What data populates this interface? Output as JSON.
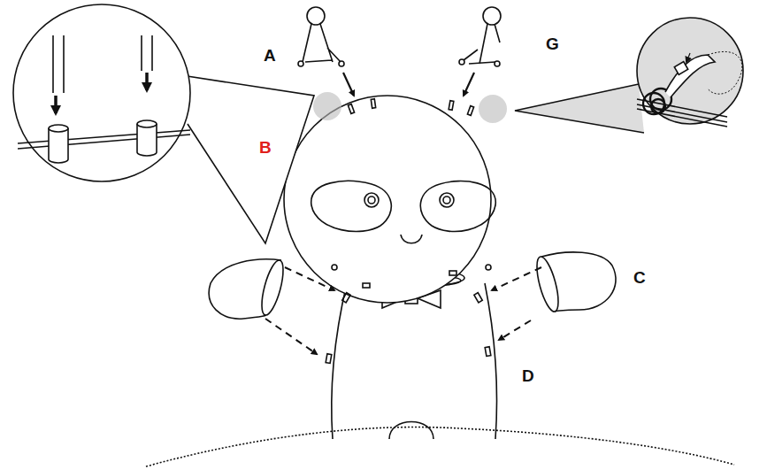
{
  "diagram": {
    "labels": [
      "A",
      "G",
      "B",
      "C",
      "D"
    ]
  }
}
